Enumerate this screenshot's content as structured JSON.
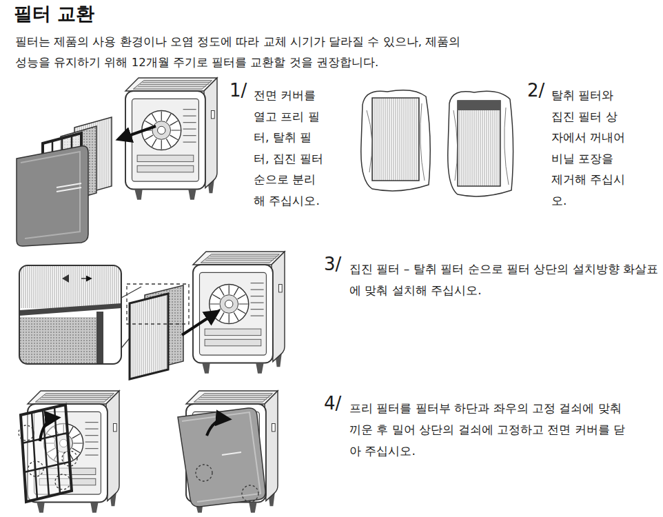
{
  "diagram": {
    "title": "필터 교환",
    "labels": [
      "필터는 제품의 사용 환경이나 오염 정도에 따라 교체 시기가 달라질 수 있으나, 제품의 성능을 유지하기 위해 12개월 주기로 필터를 교환할 것을 권장합니다.",
      "1/",
      "전면 커버를 열고 프리 필터, 탈취 필터, 집진 필터 순으로 분리해 주십시오.",
      "2/",
      "탈취 필터와 집진 필터 상자에서 꺼내어 비닐 포장을 제거해 주십시오.",
      "3/",
      "집진 필터 – 탈취 필터 순으로 필터 상단의 설치방향 화살표에 맞춰 설치해 주십시오.",
      "4/",
      "프리 필터를 필터부 하단과 좌우의 고정 걸쇠에 맞춰 끼운 후 밀어 상단의 걸쇠에 고정하고 전면 커버를 닫아 주십시오."
    ]
  }
}
